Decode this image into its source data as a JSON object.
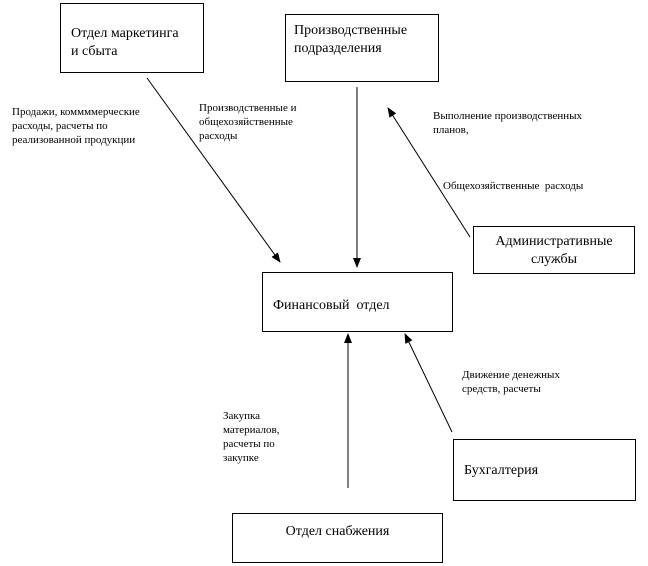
{
  "boxes": {
    "marketing": "Отдел маркетинга\nи сбыта",
    "production": "Производственные\nподразделения",
    "admin": "Административные\nслужбы",
    "finance": "Финансовый  отдел",
    "accounting": "Бухгалтерия",
    "supply": "Отдел снабжения"
  },
  "labels": {
    "sales": "Продажи, коммммерческие\nрасходы, расчеты по\nреализованной продукции",
    "production_costs": "Производственные  и\nобщехозяйственные\nрасходы",
    "plans": "Выполнение производственных\nпланов,",
    "overhead": "Общехозяйственные  расходы",
    "cash_flow": "Движение денежных\nсредств, расчеты",
    "procurement": "Закупка\nматериалов,\nрасчеты по\nзакупке"
  }
}
